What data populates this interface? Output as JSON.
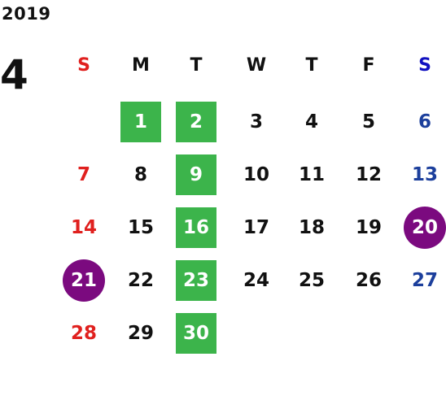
{
  "calendar": {
    "year": "2019",
    "month": "4",
    "weekdays": [
      "S",
      "M",
      "T",
      "W",
      "T",
      "F",
      "S"
    ],
    "colors": {
      "sunday": "#e0201e",
      "saturday": "#1c3f9c",
      "weekday_header_sunday": "#e0201e",
      "weekday_header_saturday": "#1010c0",
      "highlight_green": "#3cb44b",
      "highlight_purple": "#7b0a7f",
      "text": "#111111"
    },
    "weeks": [
      [
        {
          "day": ""
        },
        {
          "day": "1",
          "highlight": "green"
        },
        {
          "day": "2",
          "highlight": "green"
        },
        {
          "day": "3"
        },
        {
          "day": "4"
        },
        {
          "day": "5"
        },
        {
          "day": "6"
        }
      ],
      [
        {
          "day": "7"
        },
        {
          "day": "8"
        },
        {
          "day": "9",
          "highlight": "green"
        },
        {
          "day": "10"
        },
        {
          "day": "11"
        },
        {
          "day": "12"
        },
        {
          "day": "13"
        }
      ],
      [
        {
          "day": "14"
        },
        {
          "day": "15"
        },
        {
          "day": "16",
          "highlight": "green"
        },
        {
          "day": "17"
        },
        {
          "day": "18"
        },
        {
          "day": "19"
        },
        {
          "day": "20",
          "highlight": "purple"
        }
      ],
      [
        {
          "day": "21",
          "highlight": "purple"
        },
        {
          "day": "22"
        },
        {
          "day": "23",
          "highlight": "green"
        },
        {
          "day": "24"
        },
        {
          "day": "25"
        },
        {
          "day": "26"
        },
        {
          "day": "27"
        }
      ],
      [
        {
          "day": "28"
        },
        {
          "day": "29"
        },
        {
          "day": "30",
          "highlight": "green"
        },
        {
          "day": ""
        },
        {
          "day": ""
        },
        {
          "day": ""
        },
        {
          "day": ""
        }
      ]
    ]
  }
}
